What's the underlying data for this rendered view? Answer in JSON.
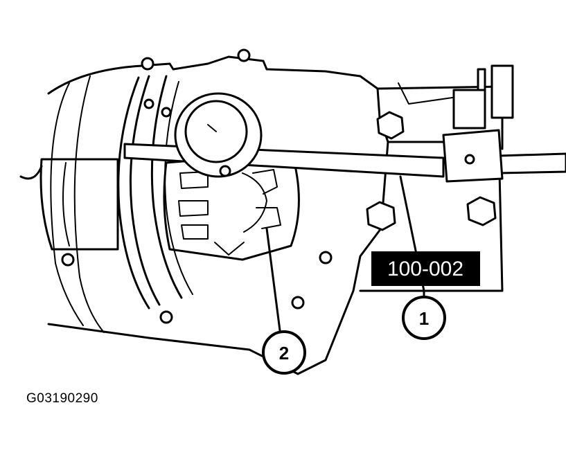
{
  "figure": {
    "id": "G03190290",
    "tool_label": "100-002",
    "callouts": [
      {
        "number": "1",
        "target": "dial-indicator-tool"
      },
      {
        "number": "2",
        "target": "differential-case"
      }
    ]
  },
  "colors": {
    "ink": "#000000",
    "paper": "#ffffff",
    "tag_bg": "#000000",
    "tag_text": "#ffffff"
  }
}
